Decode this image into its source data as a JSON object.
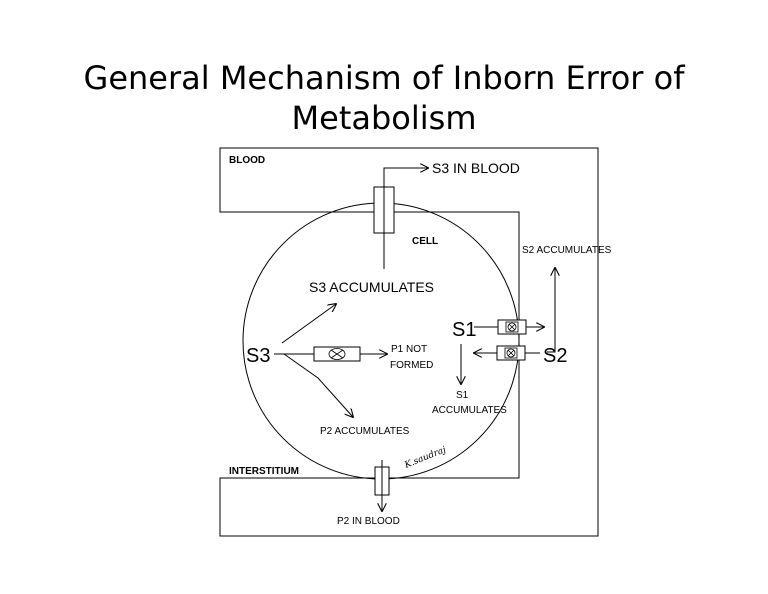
{
  "title": {
    "line1": "General Mechanism of Inborn Error of",
    "line2": "Metabolism"
  },
  "labels": {
    "blood": "BLOOD",
    "s3_in_blood": "S3 IN BLOOD",
    "cell": "CELL",
    "s2_accumulates": "S2 ACCUMULATES",
    "s3_accumulates": "S3 ACCUMULATES",
    "s1": "S1",
    "s2": "S2",
    "s3": "S3",
    "p1_not": "P1  NOT",
    "formed": "FORMED",
    "s1_acc_1": "S1",
    "s1_acc_2": "ACCUMULATES",
    "p2_accumulates": "P2 ACCUMULATES",
    "interstitium": "INTERSTITIUM",
    "p2_in_blood": "P2 IN BLOOD",
    "signature": "K.saudraj"
  }
}
